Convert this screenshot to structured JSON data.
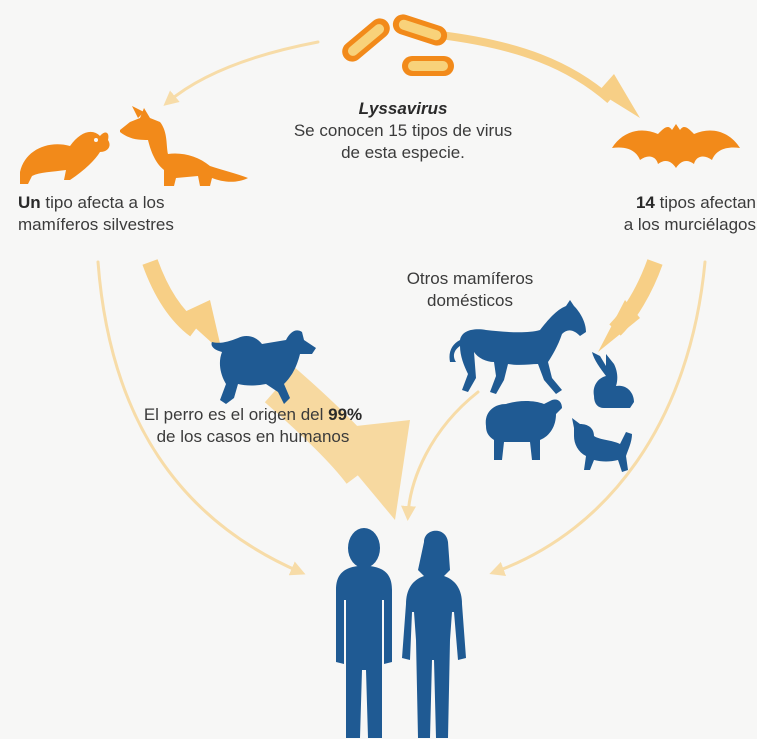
{
  "colors": {
    "orange": "#f28a1a",
    "blue": "#1f5a93",
    "arrow_light": "#f7dca8",
    "arrow_medium": "#f7cf86",
    "background": "#f7f7f6"
  },
  "virus": {
    "title": "Lyssavirus",
    "line1": "Se conocen 15 tipos de virus",
    "line2": "de esta especie.",
    "icon": "virus-icon"
  },
  "wild_mammals": {
    "bold": "Un",
    "line1_rest": " tipo afecta a los",
    "line2": "mamíferos silvestres",
    "icons": [
      "ferret-icon",
      "fox-icon"
    ]
  },
  "bats": {
    "bold": "14",
    "line1_rest": " tipos afectan",
    "line2": "a los murciélagos",
    "icon": "bat-icon"
  },
  "domestic": {
    "line1": "Otros mamíferos",
    "line2": "domésticos",
    "icons": [
      "horse-icon",
      "rabbit-icon",
      "sheep-icon",
      "cat-icon"
    ]
  },
  "dog": {
    "line1_pre": "El perro es el origen del ",
    "bold": "99%",
    "line2": "de los casos en humanos",
    "icon": "dog-icon"
  },
  "humans": {
    "icons": [
      "man-icon",
      "woman-icon"
    ]
  }
}
